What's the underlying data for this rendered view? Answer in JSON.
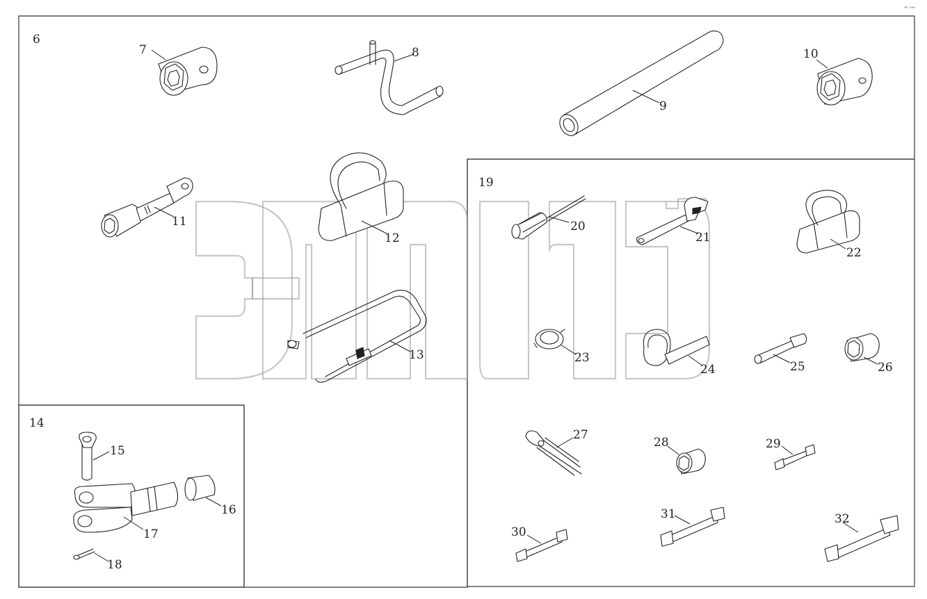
{
  "corner_mark": "ᵃᵇ ᵃᵃᵃ",
  "groups": [
    {
      "id": "g6",
      "label": "6"
    },
    {
      "id": "g14",
      "label": "14"
    },
    {
      "id": "g19",
      "label": "19"
    }
  ],
  "callouts": [
    "7",
    "8",
    "9",
    "10",
    "11",
    "12",
    "13",
    "15",
    "16",
    "17",
    "18",
    "20",
    "21",
    "22",
    "23",
    "24",
    "25",
    "26",
    "27",
    "28",
    "29",
    "30",
    "31",
    "32"
  ],
  "colors": {
    "line": "#222222",
    "watermark": "#9a9a9a",
    "background": "#ffffff"
  }
}
